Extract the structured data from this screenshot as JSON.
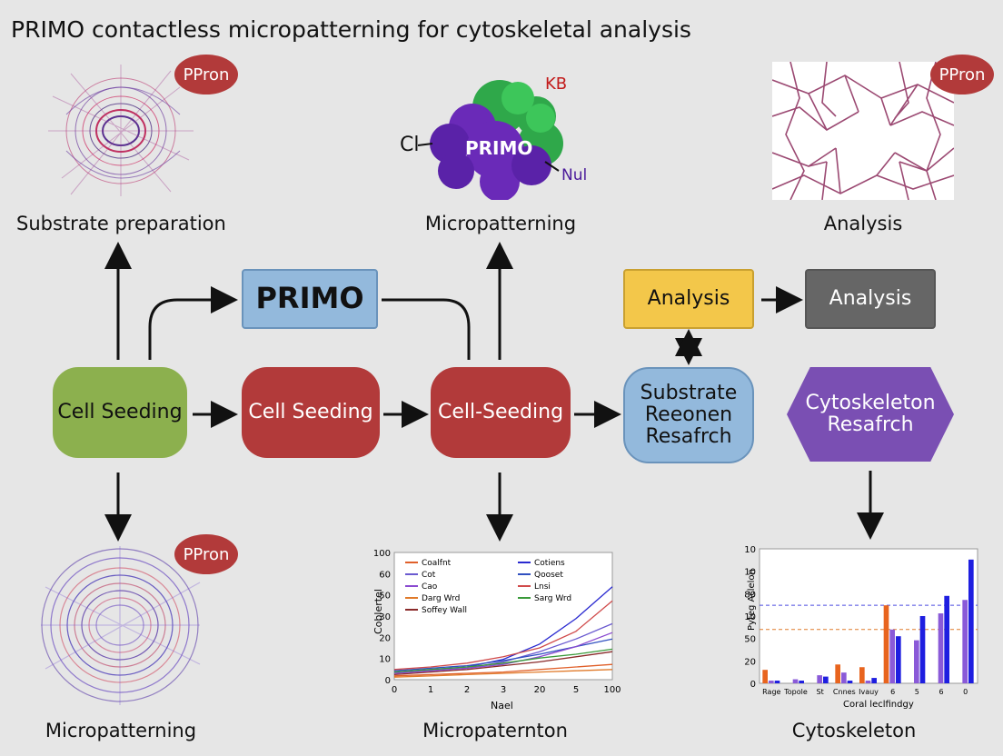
{
  "title": "PRIMO contactless micropatterning for cytoskeletal analysis",
  "captions": {
    "substrate_prep": "Substrate preparation",
    "micropatterning_top": "Micropatterning",
    "analysis_top": "Analysis",
    "micropatterning_bottom": "Micropatterning",
    "micropaternton": "Micropaternton",
    "cytoskeleton": "Cytoskeleton"
  },
  "badges": {
    "b1": "PPron",
    "b2": "PPron",
    "b3": "PPron"
  },
  "molecule": {
    "center": "PRIMO",
    "kb": "KB",
    "cl": "Cl",
    "nul": "Nul"
  },
  "nodes": {
    "primo": "PRIMO",
    "cell_seeding_1": "Cell Seeding",
    "cell_seeding_2": "Cell Seeding",
    "cell_seeding_3": "Cell-Seeding",
    "analysis_yellow": "Analysis",
    "analysis_gray": "Analysis",
    "substrate": "Substrate Reeonen Resafrch",
    "cytoskeleton_hex": "Cytoskeleton Resafrch"
  },
  "colors": {
    "green": "#8cb04e",
    "red": "#b23a3a",
    "blue": "#93b9dc",
    "yellow": "#f3c74a",
    "gray": "#666666",
    "purple": "#7a4fb3"
  },
  "chart_data": [
    {
      "type": "line",
      "x_ticks": [
        "0",
        "1",
        "2",
        "3",
        "20",
        "5",
        "100"
      ],
      "y_ticks": [
        "0",
        "10",
        "20",
        "30",
        "50",
        "60",
        "100"
      ],
      "xlabel": "Nael",
      "ylabel": "Coblertel",
      "legend": [
        "Coalfnt",
        "Cotiens",
        "Cot",
        "Qooset",
        "Cao",
        "Lnsi",
        "Darg Wrd",
        "Sarg Wrd",
        "Soffey Wall"
      ],
      "series_colors": [
        "#e0602a",
        "#2a2ad0",
        "#6a5ad0",
        "#3050c0",
        "#8a4ad0",
        "#d04a4a",
        "#e07a2a",
        "#3a9a3a",
        "#8a2a2a"
      ],
      "series": [
        {
          "values": [
            3,
            4,
            5,
            6,
            8,
            10,
            12
          ]
        },
        {
          "values": [
            6,
            8,
            10,
            16,
            28,
            48,
            73
          ]
        },
        {
          "values": [
            5,
            7,
            9,
            14,
            22,
            32,
            44
          ]
        },
        {
          "values": [
            7,
            9,
            11,
            15,
            20,
            26,
            32
          ]
        },
        {
          "values": [
            5,
            7,
            9,
            12,
            18,
            26,
            37
          ]
        },
        {
          "values": [
            8,
            10,
            13,
            18,
            25,
            38,
            62
          ]
        },
        {
          "values": [
            2,
            3,
            4,
            5,
            6,
            7,
            8
          ]
        },
        {
          "values": [
            6,
            8,
            10,
            13,
            17,
            20,
            24
          ]
        },
        {
          "values": [
            4,
            6,
            8,
            11,
            14,
            18,
            22
          ]
        }
      ],
      "ylim": [
        0,
        100
      ]
    },
    {
      "type": "bar",
      "categories": [
        "Rage",
        "Topole",
        "St",
        "Cnnes",
        "Ivauy",
        "6",
        "5",
        "6",
        "0"
      ],
      "xlabel": "Coral leclfindgy",
      "ylabel": "Pyteg Aclelon",
      "y_ticks": [
        "0",
        "20",
        "50",
        "10",
        "80",
        "10",
        "10"
      ],
      "ylim": [
        0,
        100
      ],
      "series": [
        {
          "color": "#e8641e",
          "values": [
            10,
            0,
            0,
            14,
            12,
            58,
            0,
            0,
            0
          ]
        },
        {
          "color": "#8a5ad8",
          "values": [
            2,
            3,
            6,
            8,
            2,
            40,
            32,
            52,
            62
          ]
        },
        {
          "color": "#1e1ee0",
          "values": [
            2,
            2,
            5,
            2,
            4,
            35,
            50,
            65,
            92
          ]
        }
      ],
      "ref_lines": [
        58,
        40
      ]
    }
  ]
}
